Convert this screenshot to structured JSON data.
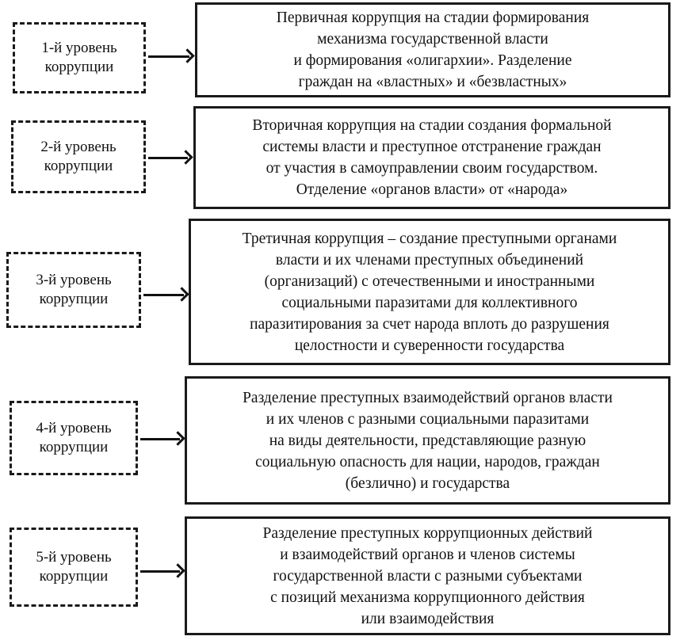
{
  "levels": [
    {
      "label": [
        "1-й уровень",
        "коррупции"
      ],
      "description": [
        "Первичная коррупция на стадии формирования",
        "механизма государственной власти",
        "и формирования «олигархии». Разделение",
        "граждан на «властных» и «безвластных»"
      ]
    },
    {
      "label": [
        "2-й уровень",
        "коррупции"
      ],
      "description": [
        "Вторичная коррупция на стадии создания формальной",
        "системы власти и преступное  отстранение граждан",
        "от участия в самоуправлении своим государством.",
        "Отделение «органов власти» от «народа»"
      ]
    },
    {
      "label": [
        "3-й уровень",
        "коррупции"
      ],
      "description": [
        "Третичная коррупция – создание преступными органами",
        "власти и их членами преступных объединений",
        "(организаций) с отечественными и иностранными",
        "социальными паразитами для коллективного",
        "паразитирования за счет народа вплоть до разрушения",
        "целостности и суверенности государства"
      ]
    },
    {
      "label": [
        "4-й уровень",
        "коррупции"
      ],
      "description": [
        "Разделение преступных взаимодействий органов власти",
        "и их членов с разными социальными паразитами",
        "на виды деятельности, представляющие разную",
        "социальную опасность для нации, народов, граждан",
        "(безлично) и государства"
      ]
    },
    {
      "label": [
        "5-й уровень",
        "коррупции"
      ],
      "description": [
        "Разделение преступных коррупционных действий",
        "и взаимодействий органов и членов системы",
        "государственной власти с разными субъектами",
        "с позиций механизма коррупционного действия",
        "или взаимодействия"
      ]
    }
  ]
}
